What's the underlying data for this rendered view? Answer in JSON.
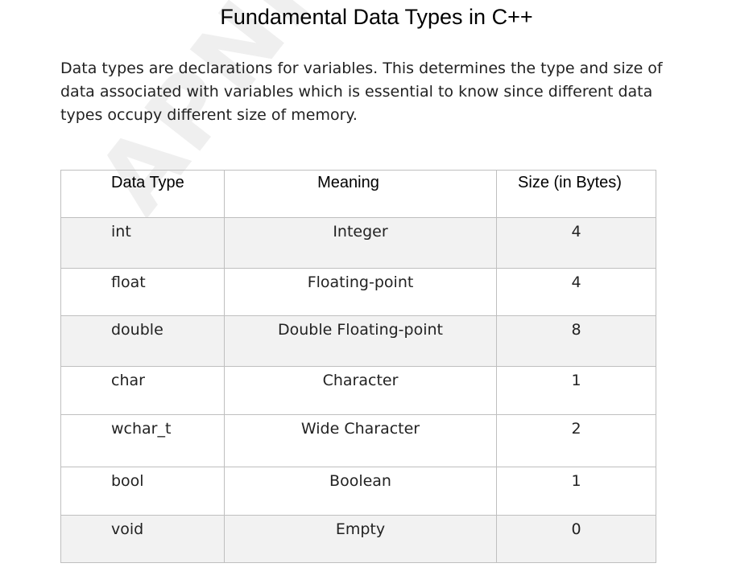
{
  "watermark": "APNI KAKSHA",
  "title": "Fundamental Data Types in C++",
  "intro": "Data types are declarations for variables. This determines the type and size of data associated with variables which is essential to know since different data types occupy different size of memory.",
  "table": {
    "headers": [
      "Data Type",
      "Meaning",
      "Size (in Bytes)"
    ],
    "rows": [
      {
        "type": "int",
        "meaning": "Integer",
        "size": "4"
      },
      {
        "type": "float",
        "meaning": "Floating-point",
        "size": "4"
      },
      {
        "type": "double",
        "meaning": "Double Floating-point",
        "size": "8"
      },
      {
        "type": "char",
        "meaning": "Character",
        "size": "1"
      },
      {
        "type": "wchar_t",
        "meaning": "Wide Character",
        "size": "2"
      },
      {
        "type": "bool",
        "meaning": "Boolean",
        "size": "1"
      },
      {
        "type": "void",
        "meaning": "Empty",
        "size": "0"
      }
    ]
  }
}
